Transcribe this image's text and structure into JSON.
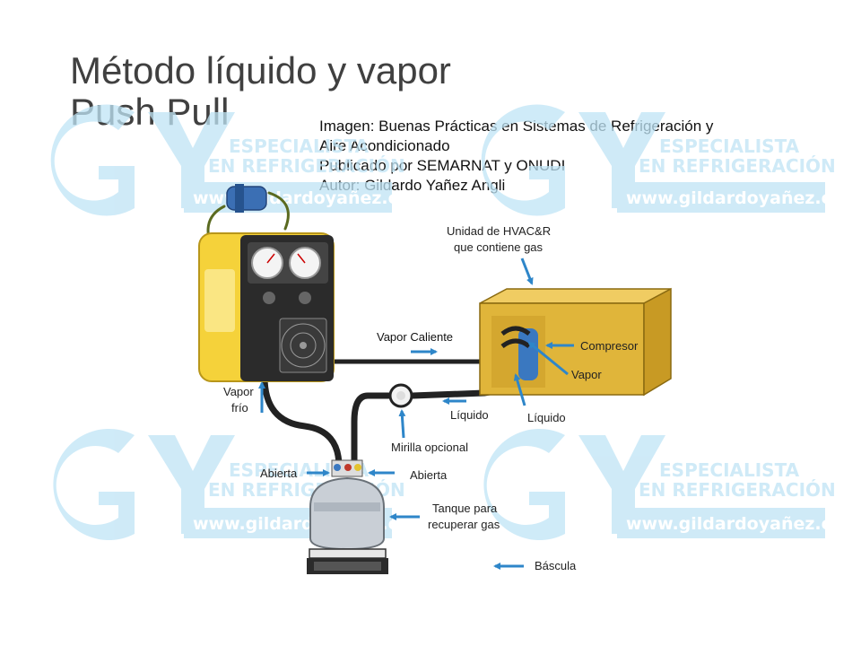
{
  "title": {
    "line1": "Método líquido y vapor",
    "line2": "Push Pull"
  },
  "credits": {
    "line1": "Imagen: Buenas Prácticas en Sistemas de Refrigeración y",
    "line2": "Aire Acondicionado",
    "line3": "Publicado por SEMARNAT y ONUDI",
    "line4": "Autor: Gildardo Yañez Angli"
  },
  "watermark": {
    "line1": "ESPECIALISTA",
    "line2": "EN REFRIGERACIÓN",
    "url": "www.gildardoyañez.com",
    "logo": "GY"
  },
  "labels": {
    "hvac_line1": "Unidad de HVAC&R",
    "hvac_line2": "que contiene gas",
    "vapor_caliente": "Vapor Caliente",
    "compresor": "Compresor",
    "vapor": "Vapor",
    "liquido_1": "Líquido",
    "liquido_2": "Líquido",
    "vapor_frio_line1": "Vapor",
    "vapor_frio_line2": "frío",
    "mirilla": "Mirilla opcional",
    "abierta_left": "Abierta",
    "abierta_right": "Abierta",
    "tanque_line1": "Tanque para",
    "tanque_line2": "recuperar gas",
    "bascula": "Báscula"
  },
  "colors": {
    "arrow": "#2e86c9",
    "recovery_unit": "#f5d23a",
    "hvac_box": "#e0b53a",
    "hose": "#222222",
    "watermark": "#bfe4f5"
  }
}
